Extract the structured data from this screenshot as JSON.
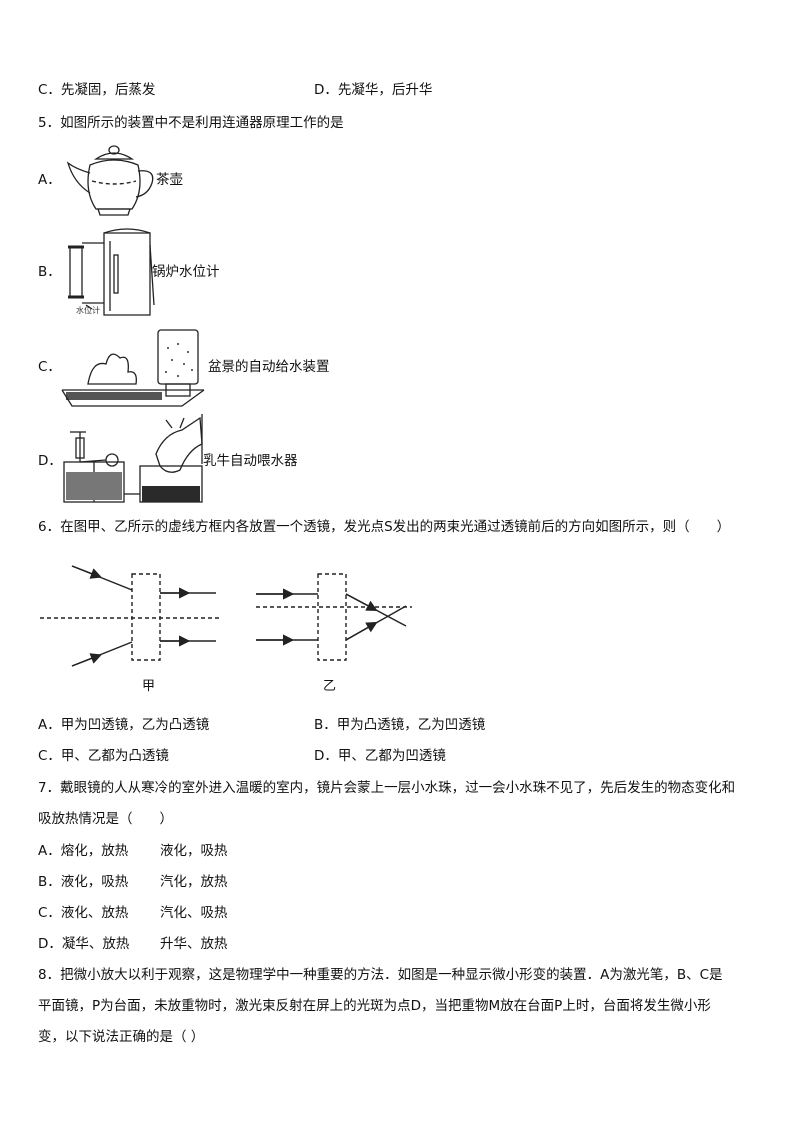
{
  "q4": {
    "option_c": "C．先凝固，后蒸发",
    "option_d": "D．先凝华，后升华"
  },
  "q5": {
    "stem": "5．如图所示的装置中不是利用连通器原理工作的是",
    "options": [
      {
        "letter": "A．",
        "caption": "茶壶",
        "icon": "teapot-icon"
      },
      {
        "letter": "B．",
        "caption": "锅炉水位计",
        "icon": "boiler-gauge-icon",
        "sub_label": "水位计"
      },
      {
        "letter": "C．",
        "caption": "盆景的自动给水装置",
        "icon": "bonsai-water-icon"
      },
      {
        "letter": "D．",
        "caption": "乳牛自动喂水器",
        "icon": "cow-feeder-icon"
      }
    ]
  },
  "q6": {
    "stem": "6．在图甲、乙所示的虚线方框内各放置一个透镜，发光点S发出的两束光通过透镜前后的方向如图所示，则（　　）",
    "fig_label_left": "甲",
    "fig_label_right": "乙",
    "option_a": "A．甲为凹透镜，乙为凸透镜",
    "option_b": "B．甲为凸透镜，乙为凹透镜",
    "option_c": "C．甲、乙都为凸透镜",
    "option_d": "D．甲、乙都为凹透镜"
  },
  "q7": {
    "stem_line1": "7．戴眼镜的人从寒冷的室外进入温暖的室内，镜片会蒙上一层小水珠，过一会小水珠不见了，先后发生的物态变化和",
    "stem_line2": "吸放热情况是（　　）",
    "options": [
      {
        "a": "A．熔化，放热",
        "b": "液化，吸热"
      },
      {
        "a": "B．液化，吸热",
        "b": "汽化，放热"
      },
      {
        "a": "C．液化、放热",
        "b": "汽化、吸热"
      },
      {
        "a": "D．凝华、放热",
        "b": "升华、放热"
      }
    ]
  },
  "q8": {
    "line1": "8．把微小放大以利于观察，这是物理学中一种重要的方法．如图是一种显示微小形变的装置．A为激光笔，B、C是",
    "line2": "平面镜，P为台面，未放重物时，激光束反射在屏上的光斑为点D，当把重物M放在台面P上时，台面将发生微小形",
    "line3": "变，以下说法正确的是（  ）"
  }
}
